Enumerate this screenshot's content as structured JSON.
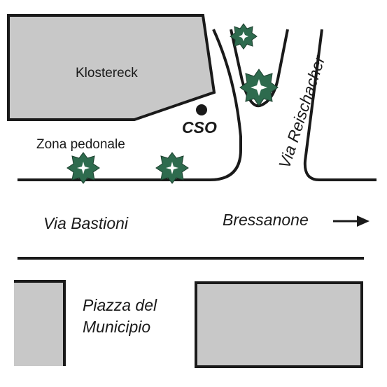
{
  "map": {
    "labels": {
      "klostereck": "Klostereck",
      "cso": "CSO",
      "zona_pedonale": "Zona pedonale",
      "via_reischacher": "Via Reischacher",
      "via_bastioni": "Via Bastioni",
      "bressanone": "Bressanone",
      "piazza_line1": "Piazza del",
      "piazza_line2": "Municipio"
    },
    "colors": {
      "building_fill": "#c8c8c8",
      "outline": "#1a1a1a",
      "tree_fill": "#2e6b4e",
      "tree_center": "#ffffff"
    },
    "direction_icon": "arrow-right-icon",
    "tree_icon": "tree-icon",
    "location_marker_icon": "location-dot-icon"
  }
}
